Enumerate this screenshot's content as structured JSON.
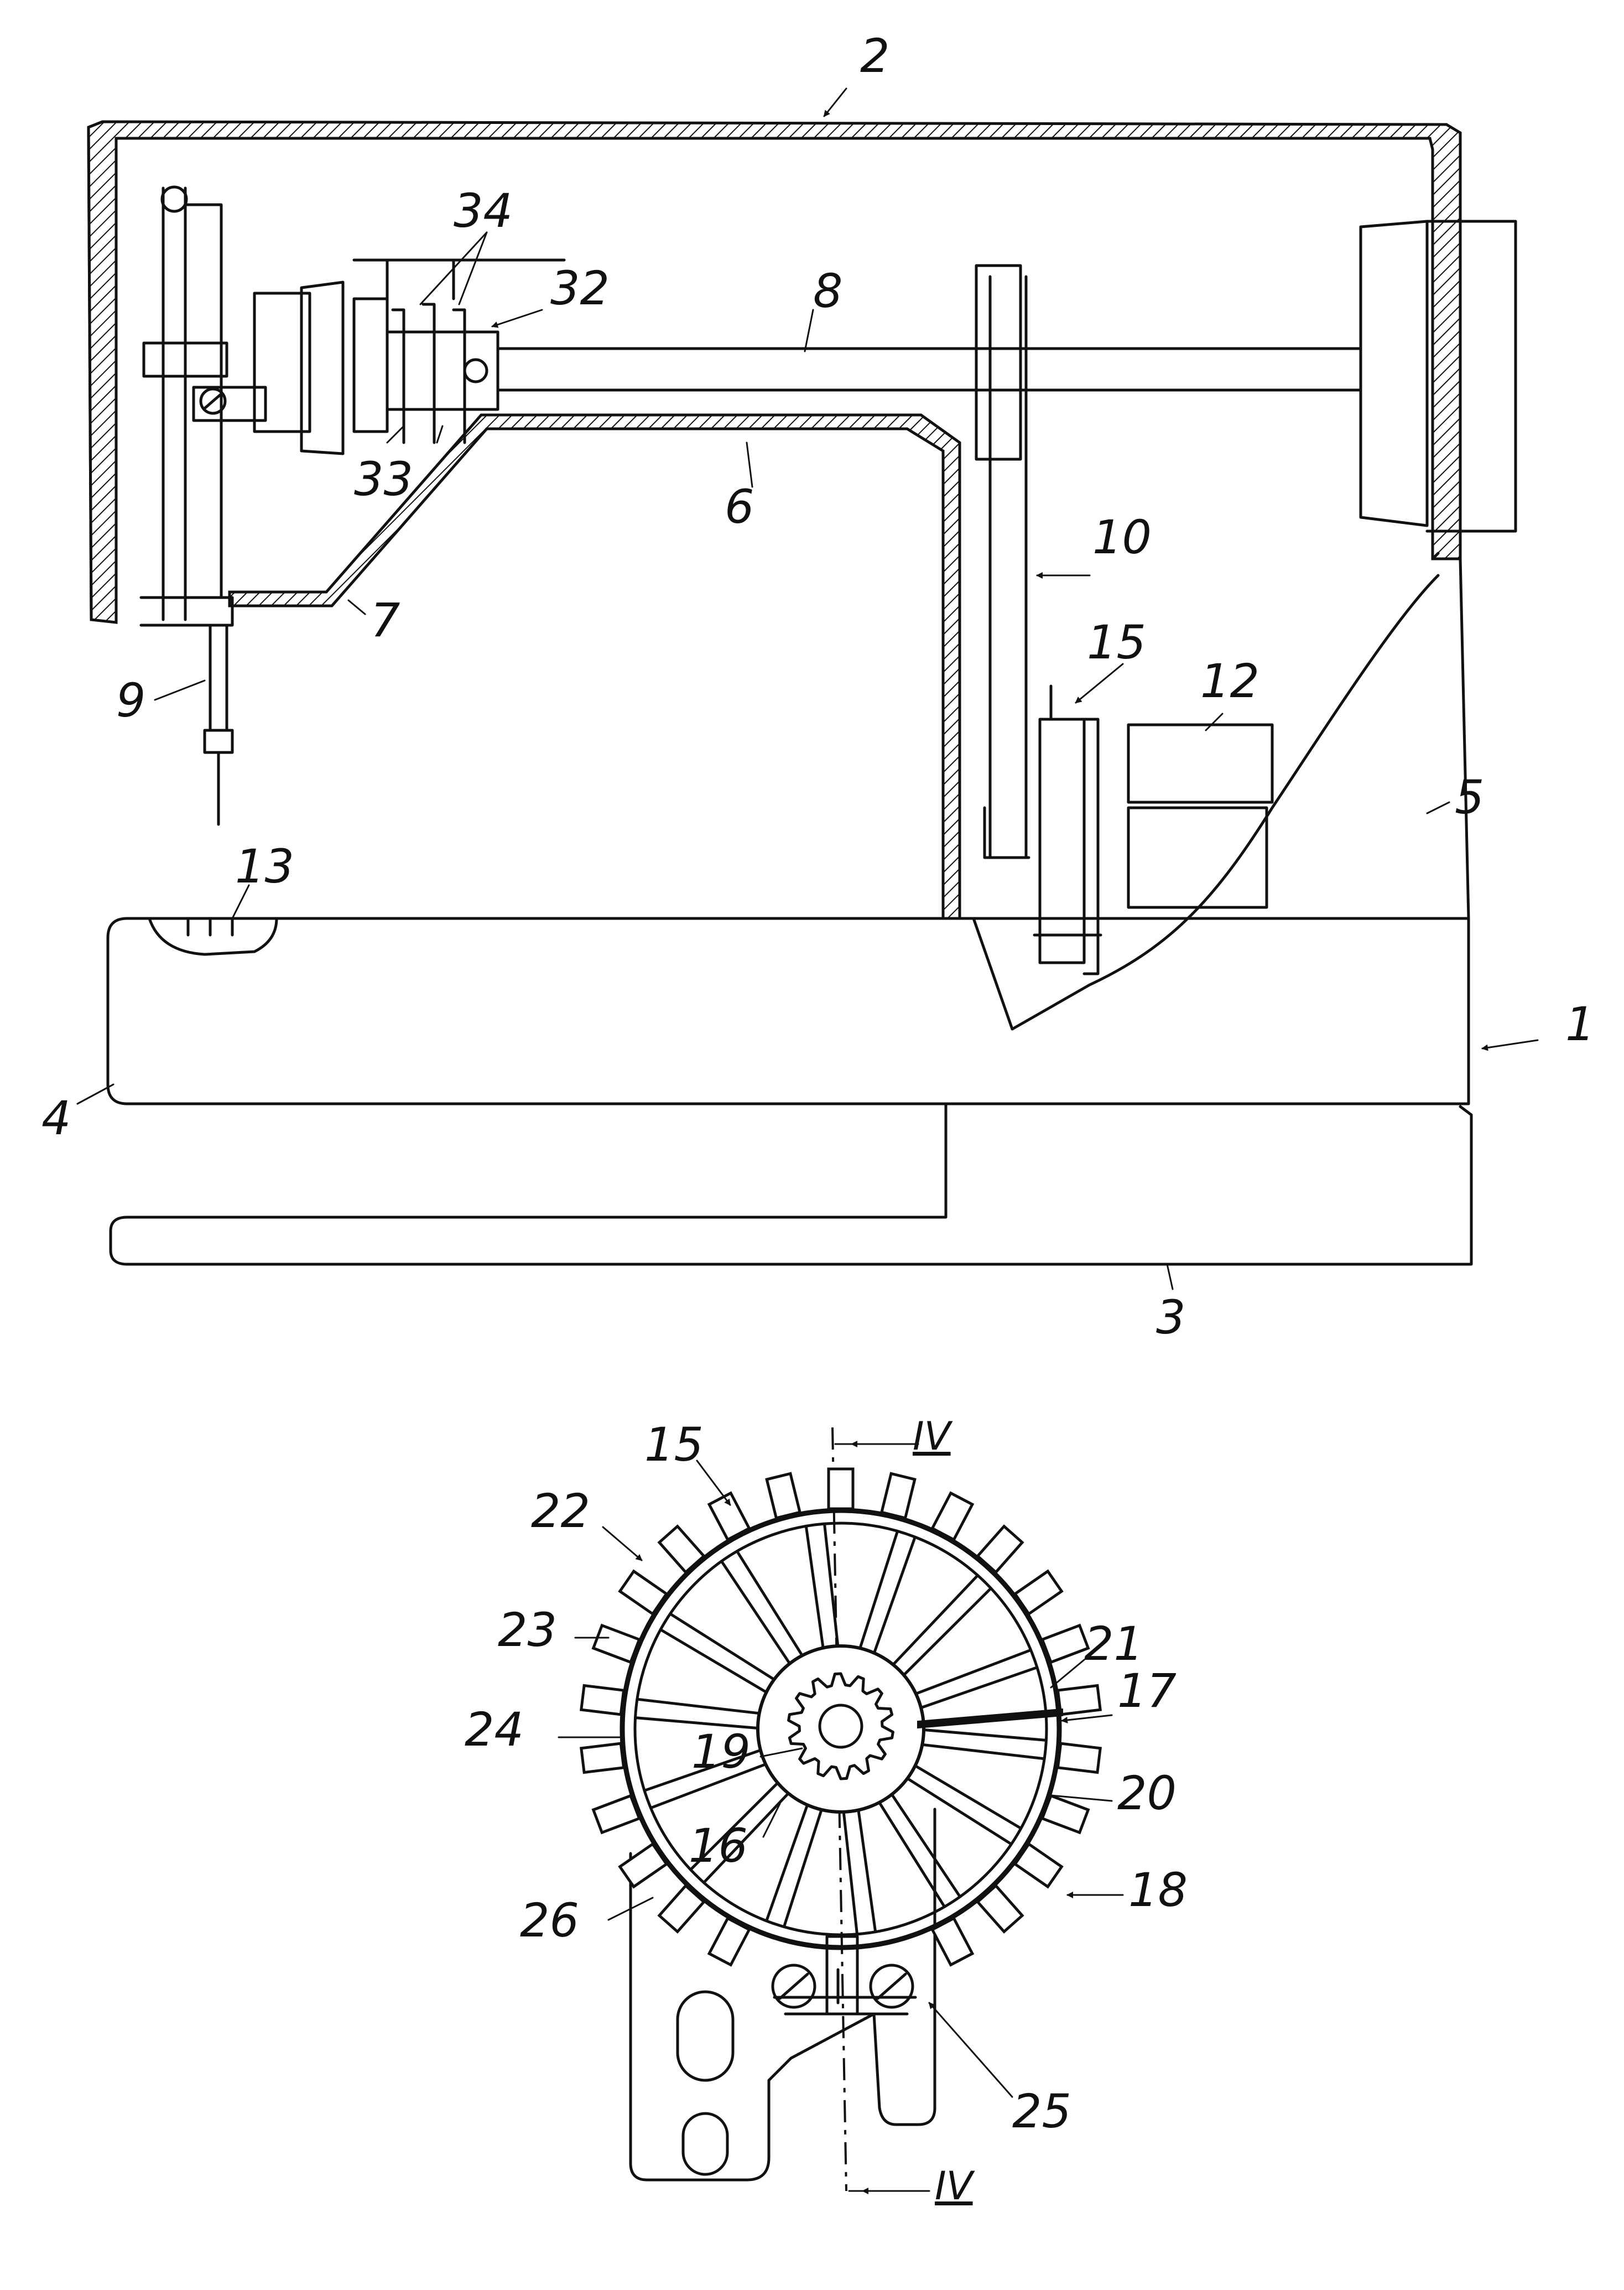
{
  "figure": {
    "labels": {
      "l1": "1",
      "l2": "2",
      "l3": "3",
      "l4": "4",
      "l5": "5",
      "l6": "6",
      "l7": "7",
      "l8": "8",
      "l9": "9",
      "l10": "10",
      "l12": "12",
      "l13": "13",
      "l15_top": "15",
      "l32": "32",
      "l33": "33",
      "l34": "34",
      "l15_bottom": "15",
      "l16": "16",
      "l17": "17",
      "l18": "18",
      "l19": "19",
      "l20": "20",
      "l21": "21",
      "l22": "22",
      "l23": "23",
      "l24": "24",
      "l25": "25",
      "l26": "26",
      "section_top": "IV",
      "section_bottom": "IV"
    }
  }
}
